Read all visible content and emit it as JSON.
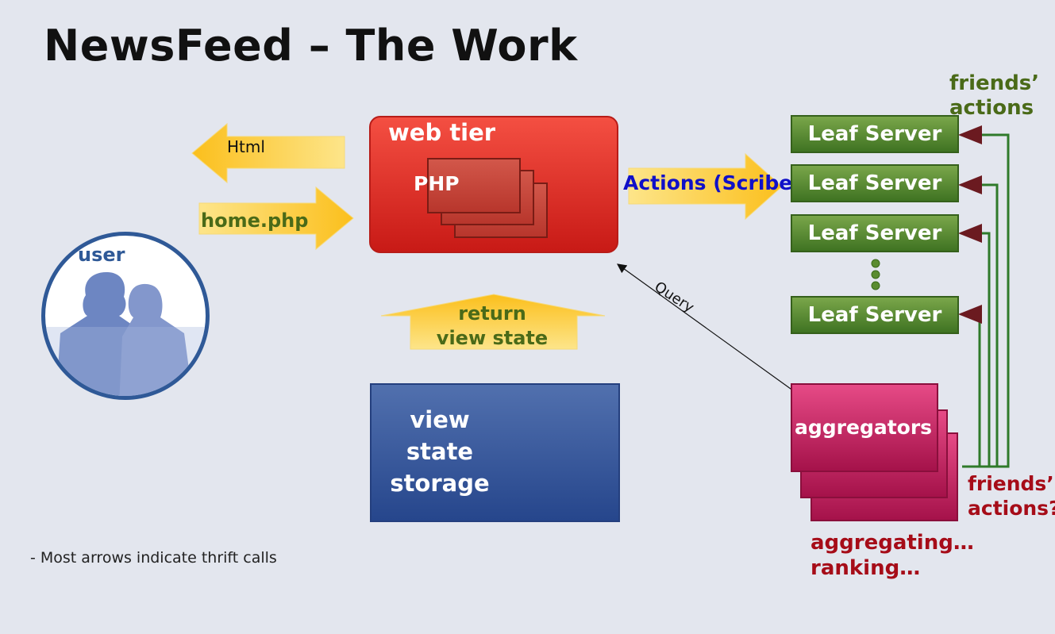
{
  "title": "NewsFeed – The Work",
  "footnote": "- Most arrows indicate thrift calls",
  "user": {
    "label": "user"
  },
  "web_tier": {
    "label": "web tier",
    "php_label": "PHP"
  },
  "storage": {
    "lines": [
      "view",
      "state",
      "storage"
    ]
  },
  "arrows": {
    "html": "Html",
    "home_php": "home.php",
    "return_view_state": [
      "return",
      "view state"
    ],
    "actions": "Actions (Scribe)",
    "query": "Query"
  },
  "leaf_servers": [
    "Leaf Server",
    "Leaf Server",
    "Leaf Server",
    "Leaf Server"
  ],
  "aggregators": {
    "label": "aggregators"
  },
  "friends_actions_top": [
    "friends’",
    "actions"
  ],
  "friends_actions_bottom": [
    "friends’",
    "actions?"
  ],
  "aggregating": [
    "aggregating…",
    "ranking…"
  ],
  "colors": {
    "background": "#e3e6ee",
    "web_tier": "#e0302a",
    "storage": "#3c5a9c",
    "leaf_server": "#5a8c30",
    "aggregators": "#c81e62",
    "arrow_fill": "#fbc02d",
    "label_green": "#4a6a18",
    "label_red": "#a60c18",
    "label_blue": "#1010c8"
  }
}
